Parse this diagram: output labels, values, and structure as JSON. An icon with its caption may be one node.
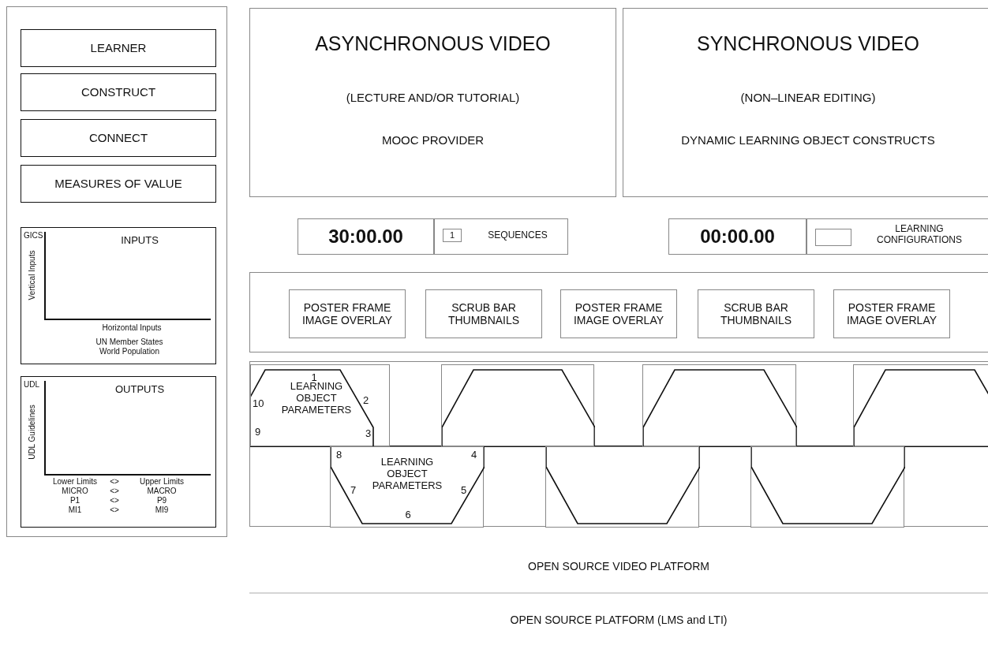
{
  "diagram": {
    "nodes": [
      {
        "text": [],
        "shape": "box"
      },
      {
        "text": [
          "LEARNER"
        ],
        "in": 0
      },
      {
        "text": [
          "CONSTRUCT"
        ],
        "in": 0
      },
      {
        "text": [
          "CONNECT"
        ],
        "in": 0
      },
      {
        "text": [
          "MEASURES OF VALUE"
        ],
        "in": 0
      },
      {
        "text": [
          "GICS",
          "INPUTS",
          "Vertical Inputs",
          "Horizontal Inputs",
          "UN Member States World Population"
        ],
        "in": 0
      },
      {
        "text": [
          "UDL",
          "OUTPUTS",
          "UDL Guidelines",
          "Lower Limits",
          "<>",
          "Upper Limits",
          "MICRO",
          "<>",
          "MACRO",
          "P1",
          "<>",
          "P9",
          "MI1",
          "<>",
          "MI9"
        ],
        "in": 0
      },
      {
        "text": [
          "ASYNCHRONOUS VIDEO",
          "(LECTURE AND/OR TUTORIAL)",
          "MOOC PROVIDER"
        ]
      },
      {
        "text": [
          "SYNCHRONOUS VIDEO",
          "(NON–LINEAR EDITING)",
          "DYNAMIC LEARNING OBJECT CONSTRUCTS"
        ]
      },
      {
        "text": [
          "30:00.00"
        ]
      },
      {
        "text": [
          "SEQUENCES"
        ]
      },
      {
        "text": [
          "1"
        ],
        "in": 10
      },
      {
        "text": [
          "00:00.00"
        ]
      },
      {
        "text": [
          "LEARNING CONFIGURATIONS"
        ]
      },
      {
        "text": [],
        "shape": "box",
        "in": 13
      },
      {
        "text": [],
        "shape": "box"
      },
      {
        "text": [
          "POSTER FRAME IMAGE OVERLAY"
        ],
        "in": 15
      },
      {
        "text": [
          "SCRUB BAR THUMBNAILS"
        ],
        "in": 15
      },
      {
        "text": [
          "POSTER FRAME IMAGE OVERLAY"
        ],
        "in": 15
      },
      {
        "text": [
          "SCRUB BAR THUMBNAILS"
        ],
        "in": 15
      },
      {
        "text": [
          "POSTER FRAME IMAGE OVERLAY"
        ],
        "in": 15
      },
      {
        "text": [],
        "shape": "box"
      },
      {
        "text": [
          "1",
          "10",
          "LEARNING OBJECT PARAMETERS",
          "2",
          "9",
          "3"
        ],
        "in": 21
      },
      {
        "text": [],
        "shape": "box",
        "in": 21
      },
      {
        "text": [],
        "shape": "box",
        "in": 21
      },
      {
        "text": [],
        "shape": "box",
        "in": 21
      },
      {
        "text": [
          "8",
          "4",
          "LEARNING OBJECT PARAMETERS",
          "7",
          "5",
          "6"
        ],
        "in": 21
      },
      {
        "text": [],
        "shape": "box",
        "in": 21
      },
      {
        "text": [],
        "shape": "box",
        "in": 21
      }
    ],
    "labels": [
      "OPEN SOURCE VIDEO PLATFORM",
      "OPEN SOURCE PLATFORM (LMS and LTI)"
    ]
  }
}
